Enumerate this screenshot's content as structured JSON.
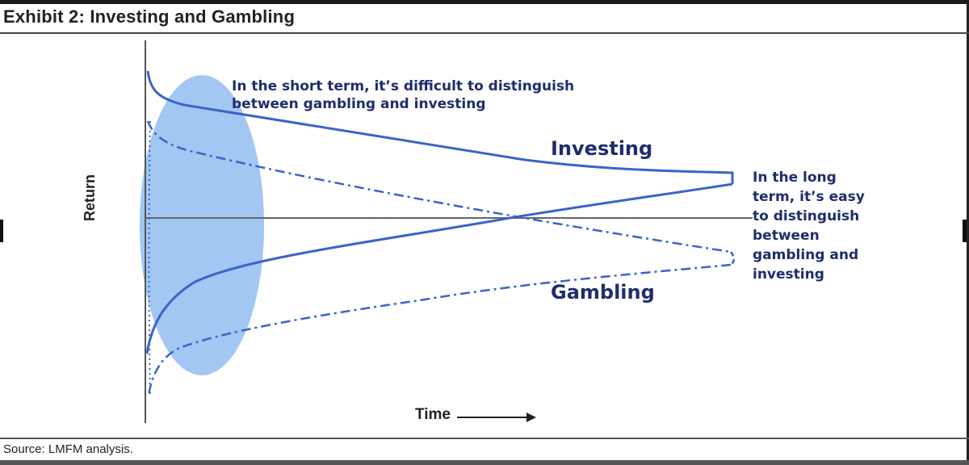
{
  "header": {
    "title": "Exhibit 2: Investing and Gambling"
  },
  "diagram": {
    "annotation_short_term": "In the short term, it’s difficult to distinguish between gambling and investing",
    "annotation_long_term": "In the long term, it’s easy to distinguish between gambling and investing",
    "investing_label": "Investing",
    "gambling_label": "Gambling",
    "y_axis_label": "Return",
    "x_axis_label": "Time"
  },
  "footer": {
    "source": "Source: LMFM analysis."
  },
  "colors": {
    "curve": "#3a64c8",
    "ellipse": "#92bdf0",
    "axis": "#555555",
    "text": "#1f2d6b"
  }
}
